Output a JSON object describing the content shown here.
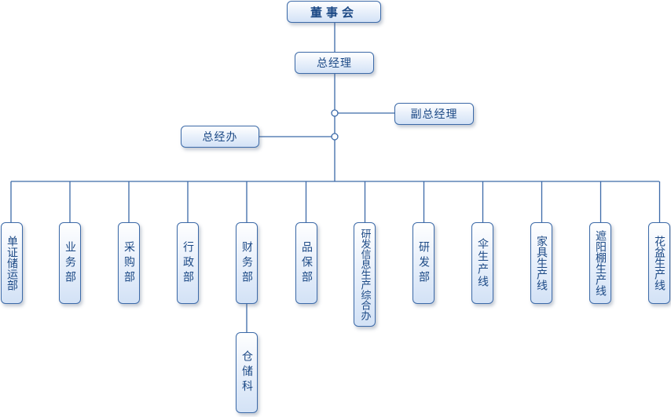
{
  "diagram": {
    "type": "org-chart",
    "colors": {
      "line": "#3c6aa8",
      "text": "#1d4a86",
      "box_top": "#ffffff",
      "box_bottom": "#d3e2f6"
    },
    "root": {
      "label": "董事会"
    },
    "general_manager": {
      "label": "总经理"
    },
    "deputy_general_manager": {
      "label": "副总经理"
    },
    "gm_office": {
      "label": "总经办"
    },
    "departments": [
      {
        "label": "单证储运部"
      },
      {
        "label": "业务部"
      },
      {
        "label": "采购部"
      },
      {
        "label": "行政部"
      },
      {
        "label": "财务部",
        "children": [
          {
            "label": "仓储科"
          }
        ]
      },
      {
        "label": "品保部"
      },
      {
        "label": "研发信息生产综合办"
      },
      {
        "label": "研发部"
      },
      {
        "label": "伞生产线"
      },
      {
        "label": "家具生产线"
      },
      {
        "label": "遮阳棚生产线"
      },
      {
        "label": "花盆生产线"
      }
    ]
  }
}
